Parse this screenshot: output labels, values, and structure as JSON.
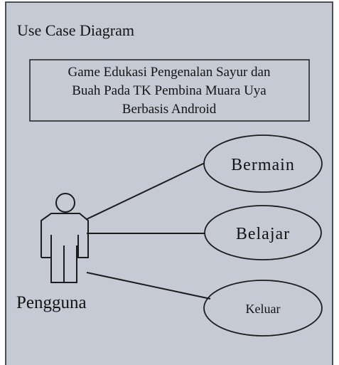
{
  "diagram": {
    "title": "Use Case Diagram",
    "system": {
      "lines": [
        "Game Edukasi Pengenalan Sayur dan",
        "Buah Pada TK Pembina Muara Uya",
        "Berbasis Android"
      ]
    },
    "actor": {
      "name": "Pengguna"
    },
    "use_cases": [
      {
        "label": "Bermain"
      },
      {
        "label": "Belajar"
      },
      {
        "label": "Keluar"
      }
    ]
  }
}
